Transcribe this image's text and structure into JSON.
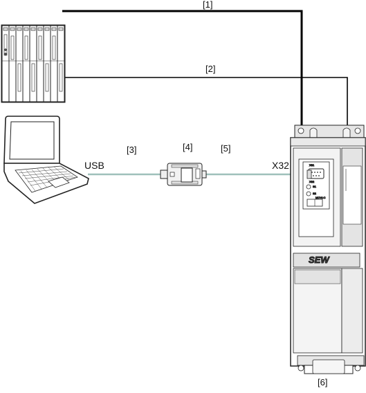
{
  "diagram": {
    "callouts": {
      "c1": "[1]",
      "c2": "[2]",
      "c3": "[3]",
      "c4": "[4]",
      "c5": "[5]",
      "c6": "[6]"
    },
    "ports": {
      "usb": "USB",
      "x32": "X32"
    },
    "drive": {
      "brand": "SEW",
      "panel_text": [
        "X31",
        "X32",
        "S1",
        "S2",
        "MOVI-C"
      ]
    },
    "colors": {
      "cable_black": "#000000",
      "cable_usb": "#9ec0ba",
      "device_fill": "#ffffff",
      "device_stroke": "#222222",
      "shade": "#dcdcdc"
    },
    "icons": [
      "plc-rack-icon",
      "laptop-icon",
      "usb-interface-adapter-icon",
      "servo-drive-inverter-icon"
    ]
  }
}
